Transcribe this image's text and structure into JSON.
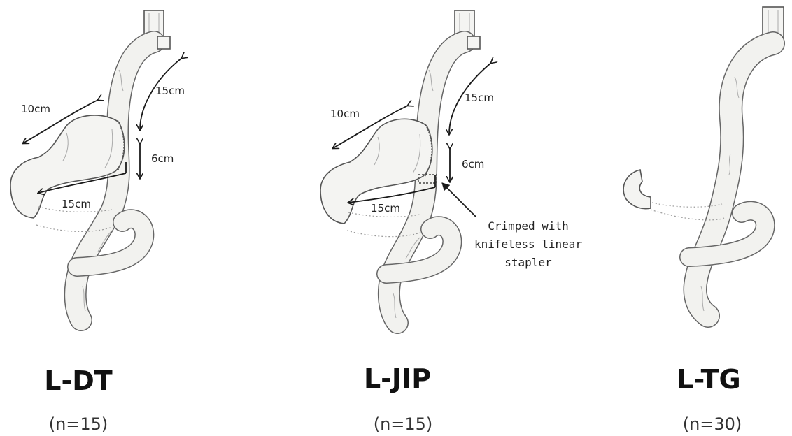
{
  "panels": [
    {
      "title": "L-DT",
      "n": "(n=15)",
      "measurements": {
        "upper": "10cm",
        "esophageal": "15cm",
        "interposition": "6cm",
        "lower": "15cm"
      }
    },
    {
      "title": "L-JIP",
      "n": "(n=15)",
      "measurements": {
        "upper": "10cm",
        "esophageal": "15cm",
        "interposition": "6cm",
        "lower": "15cm"
      },
      "annotation": [
        "Crimped with",
        "knifeless linear",
        "stapler"
      ]
    },
    {
      "title": "L-TG",
      "n": "(n=30)"
    }
  ]
}
